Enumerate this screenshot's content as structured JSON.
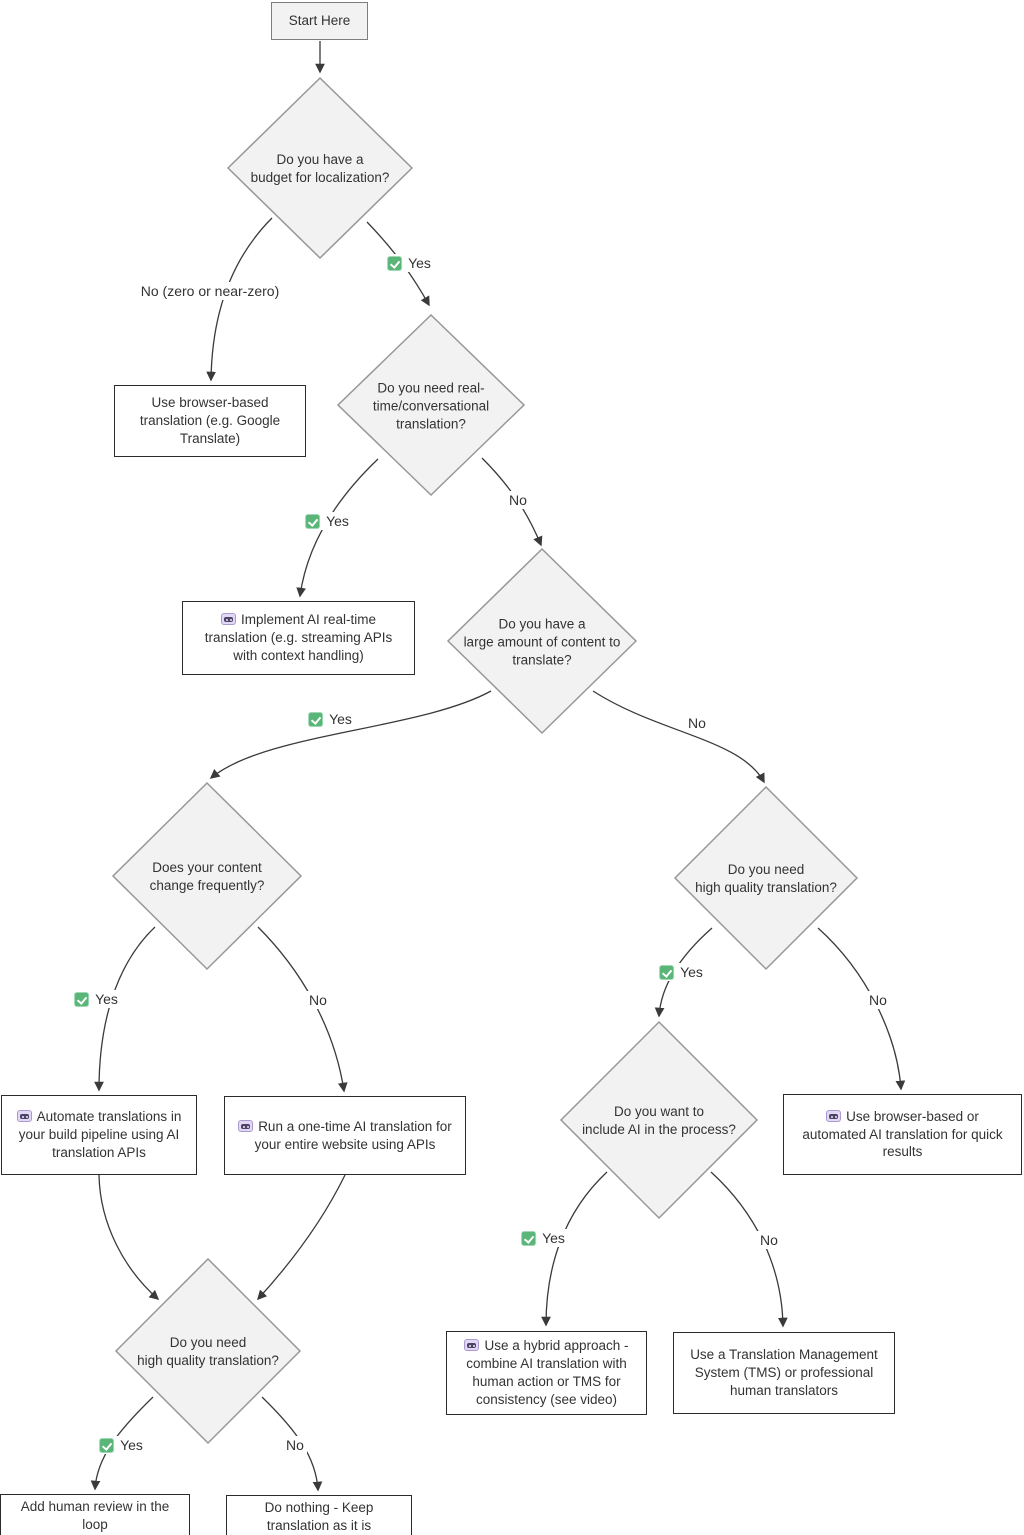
{
  "diagram": {
    "nodes": {
      "start": {
        "label": "Start Here"
      },
      "q_budget": {
        "label": "Do you have a\nbudget for localization?"
      },
      "q_realtime": {
        "label": "Do you need real-\ntime/conversational\ntranslation?"
      },
      "q_large": {
        "label": "Do you have a\nlarge amount of content to\ntranslate?"
      },
      "q_freq": {
        "label": "Does your content\nchange frequently?"
      },
      "q_quality_right": {
        "label": "Do you need\nhigh quality translation?"
      },
      "q_quality_left": {
        "label": "Do you need\nhigh quality translation?"
      },
      "q_include_ai": {
        "label": "Do you want to\ninclude AI in the process?"
      },
      "r_browser": {
        "label": "Use browser-based\ntranslation (e.g. Google\nTranslate)"
      },
      "r_realtime_ai": {
        "icon": "robot-icon",
        "label": "Implement AI real-time\ntranslation (e.g. streaming APIs\nwith context handling)"
      },
      "r_pipeline": {
        "icon": "robot-icon",
        "label": "Automate translations in\nyour build pipeline using AI\ntranslation APIs"
      },
      "r_onetime": {
        "icon": "robot-icon",
        "label": "Run a one-time AI translation for\nyour entire website using APIs"
      },
      "r_review": {
        "label": "Add human review in the\nloop"
      },
      "r_nothing": {
        "label": "Do nothing - Keep\ntranslation as it is"
      },
      "r_quick": {
        "icon": "robot-icon",
        "label": "Use browser-based or\nautomated AI translation for quick\nresults"
      },
      "r_hybrid": {
        "icon": "robot-icon",
        "label": "Use a hybrid approach -\ncombine AI translation with\nhuman action or TMS for\nconsistency (see video)"
      },
      "r_tms": {
        "label": "Use a Translation Management\nSystem (TMS) or professional\nhuman translators"
      }
    },
    "edge_labels": {
      "budget_no": {
        "label": "No (zero or near-zero)"
      },
      "budget_yes": {
        "label": "Yes",
        "icon": "check-icon"
      },
      "realtime_yes": {
        "label": "Yes",
        "icon": "check-icon"
      },
      "realtime_no": {
        "label": "No"
      },
      "large_yes": {
        "label": "Yes",
        "icon": "check-icon"
      },
      "large_no": {
        "label": "No"
      },
      "freq_yes": {
        "label": "Yes",
        "icon": "check-icon"
      },
      "freq_no": {
        "label": "No"
      },
      "quality_left_yes": {
        "label": "Yes",
        "icon": "check-icon"
      },
      "quality_left_no": {
        "label": "No"
      },
      "quality_right_yes": {
        "label": "Yes",
        "icon": "check-icon"
      },
      "quality_right_no": {
        "label": "No"
      },
      "include_ai_yes": {
        "label": "Yes",
        "icon": "check-icon"
      },
      "include_ai_no": {
        "label": "No"
      }
    },
    "colors": {
      "decision_fill": "#f2f2f3",
      "decision_stroke": "#979797",
      "result_fill": "#ffffff",
      "result_stroke": "#2b2b2b",
      "start_fill": "#f2f2f3",
      "start_stroke": "#7d7d7d",
      "edge": "#3a3a3a",
      "text": "#333333",
      "check_green": "#5ab578",
      "robot_lavender": "#e2d8f3"
    }
  }
}
